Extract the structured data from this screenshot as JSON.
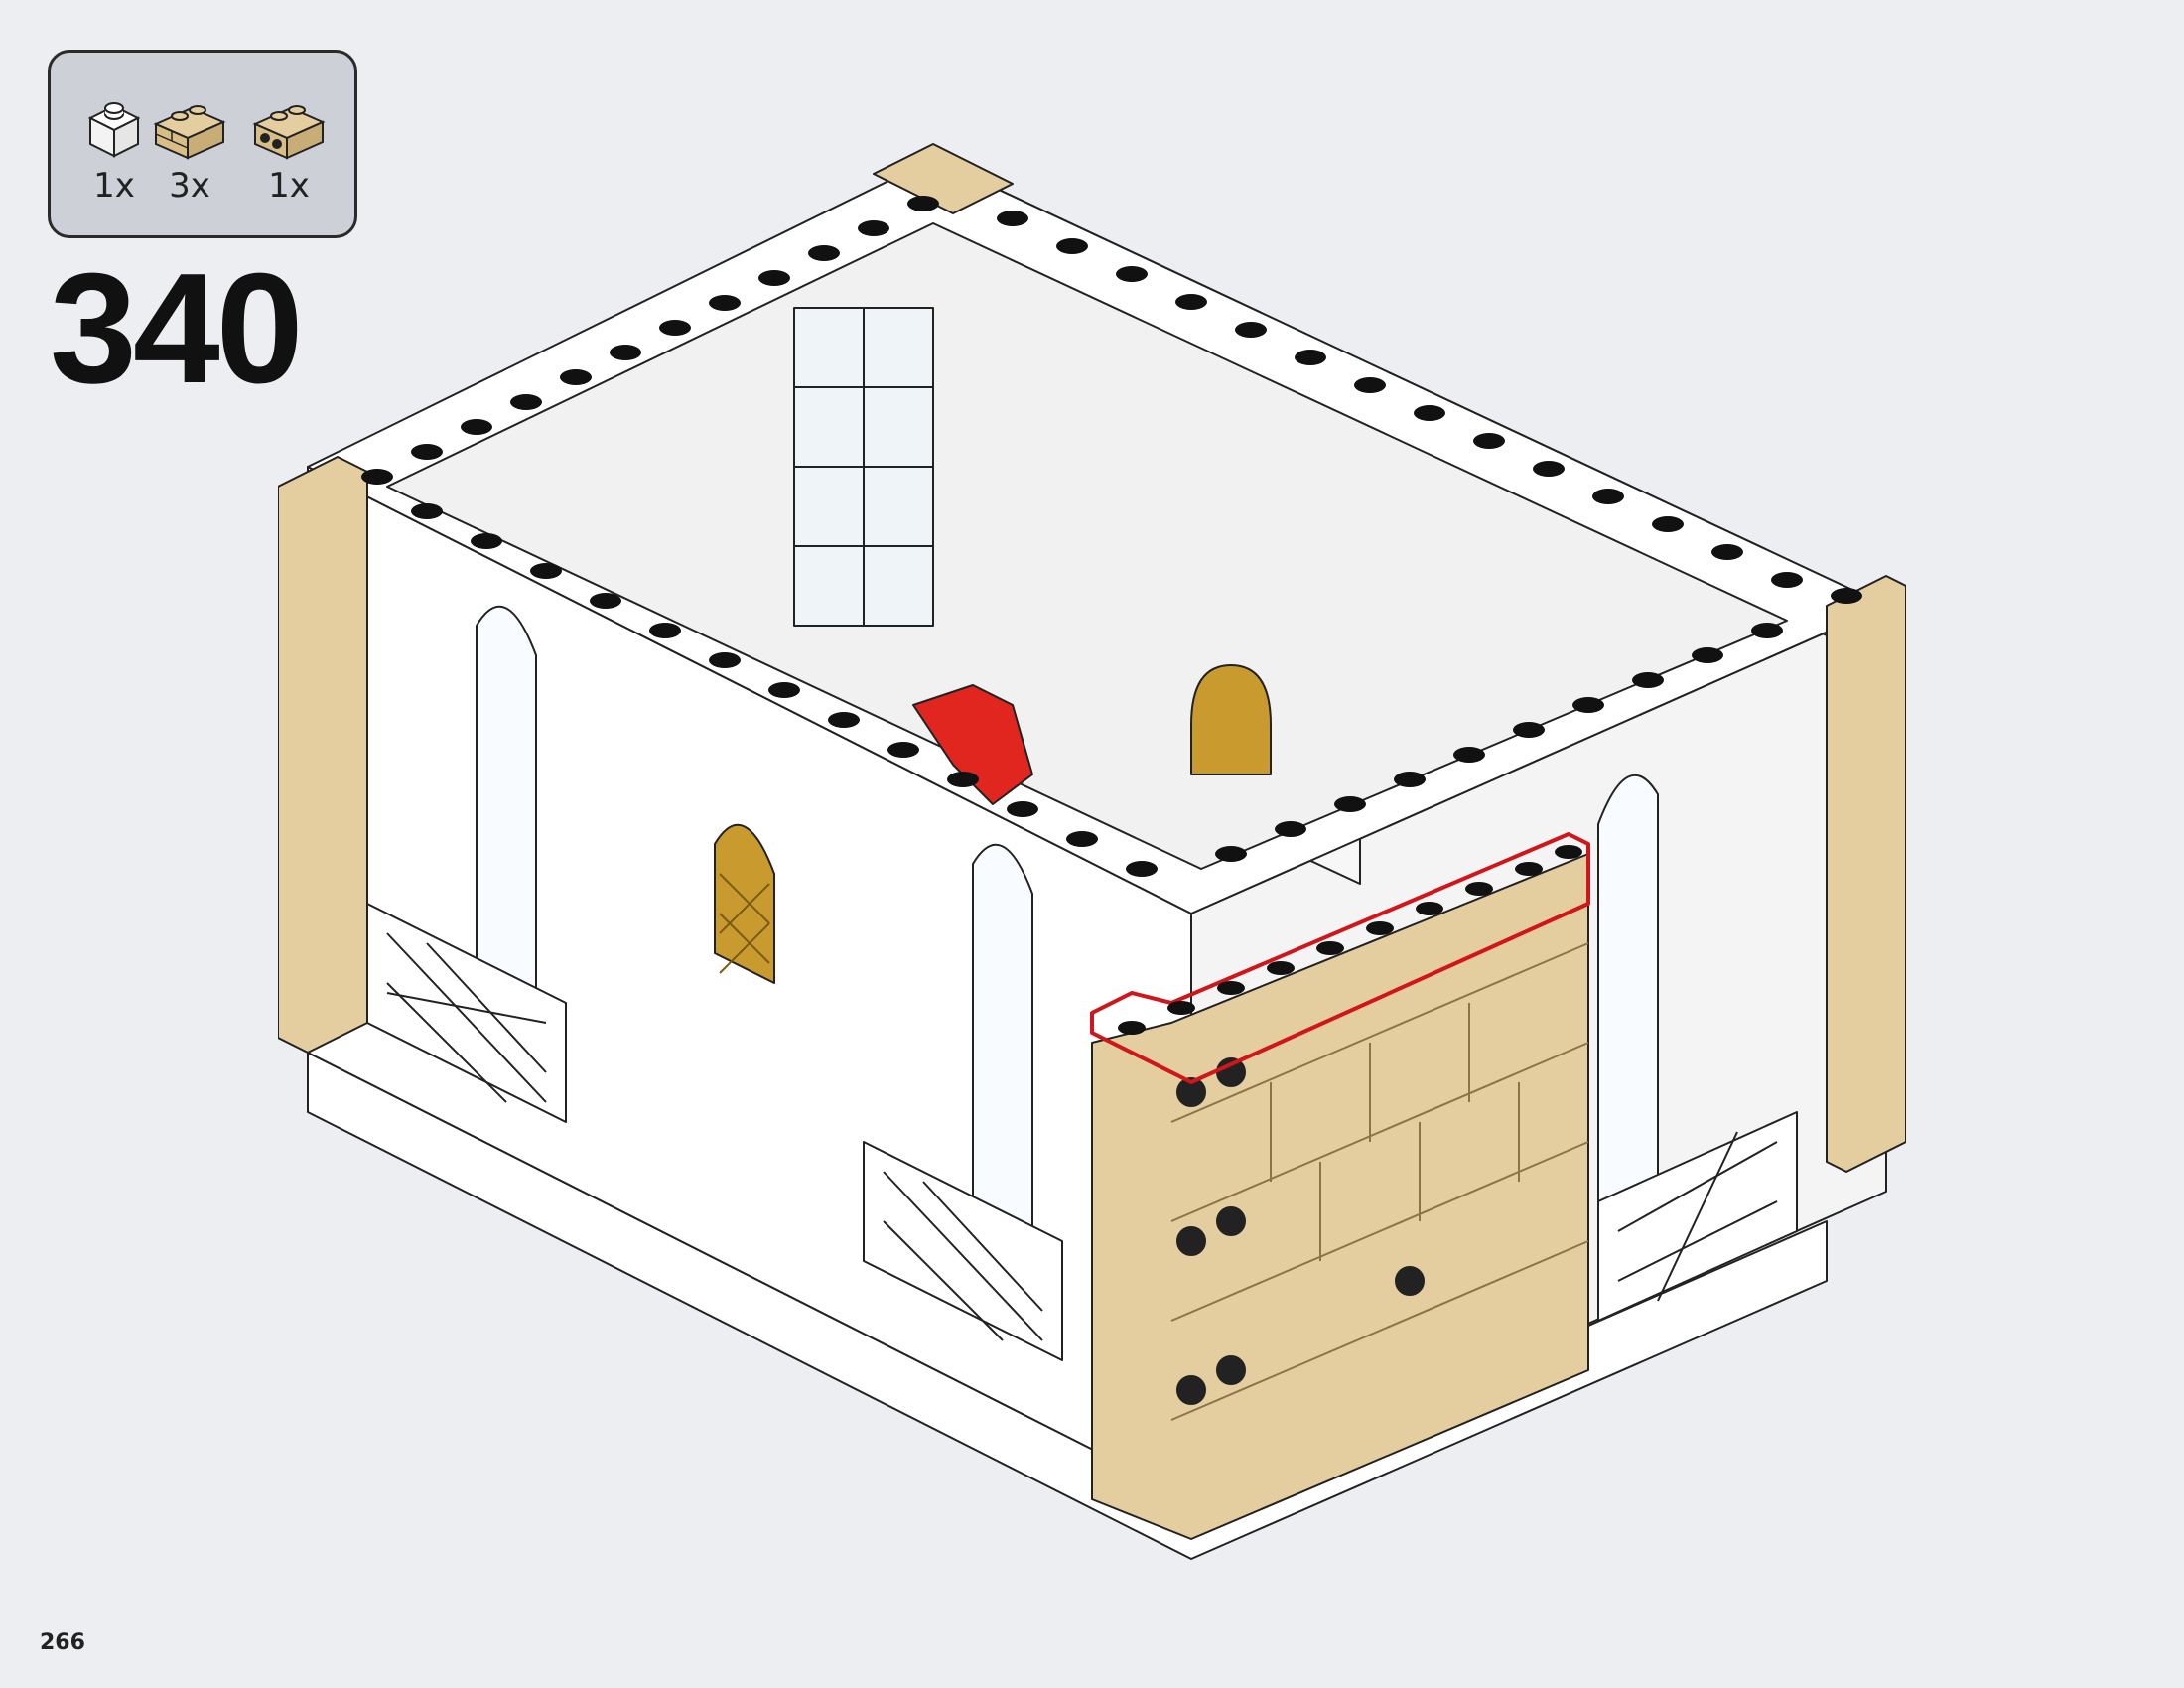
{
  "step": {
    "number": "340"
  },
  "page": {
    "number": "266"
  },
  "parts_list": [
    {
      "icon": "white-1x1-brick-icon",
      "qty": "1x",
      "color": "#ffffff"
    },
    {
      "icon": "tan-1x2-masonry-brick-icon",
      "qty": "3x",
      "color": "#e4cd9e"
    },
    {
      "icon": "tan-1x2-brick-with-holes-icon",
      "qty": "1x",
      "color": "#e4cd9e"
    }
  ],
  "colors": {
    "background": "#eceef1",
    "callout_fill": "#cdd0d6",
    "tan": "#e4cd9e",
    "highlight": "#d0161a",
    "white_brick": "#ffffff"
  }
}
